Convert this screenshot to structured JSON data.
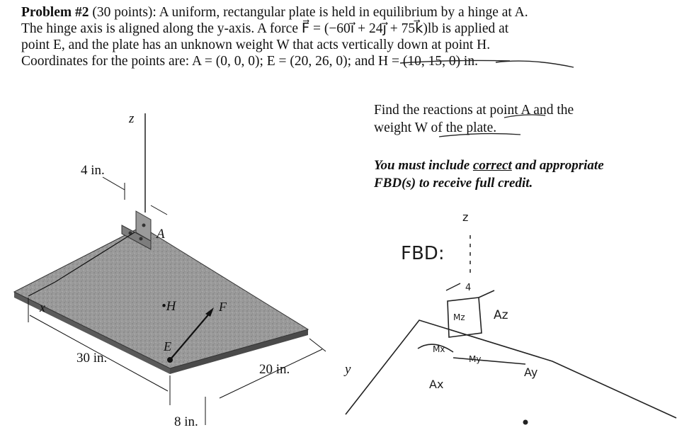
{
  "problem": {
    "heading": "Problem #2",
    "line1_rest": " (30 points):  A uniform, rectangular plate is held in equilibrium by a hinge at A.",
    "line2": "The hinge axis is aligned along the y-axis.  A force F⃗ = (−60ı⃗ + 24ȷ⃗ + 75k⃗)lb is applied at",
    "line3": "point E, and the plate has an unknown weight W that acts vertically down at point H.",
    "line4": "Coordinates for the points are: A = (0, 0, 0); E = (20, 26, 0); and H = (10, 15, 0) in."
  },
  "task": {
    "line1": "Find the reactions at point A and the",
    "line2": "weight W of the plate."
  },
  "note": {
    "line1_a": "You must include ",
    "line1_u": "correct",
    "line1_b": " and appropriate",
    "line2": "FBD(s) to receive full credit."
  },
  "figure": {
    "dim_4in": "4 in.",
    "dim_30in": "30 in.",
    "dim_20in": "20 in.",
    "dim_8in": "8 in.",
    "axis_z": "z",
    "axis_x": "x",
    "axis_y": "y",
    "pt_A": "A",
    "pt_H": "•H",
    "pt_E": "E",
    "pt_F": "F"
  },
  "handwriting": {
    "fbd": "FBD:",
    "z": "z",
    "four": "4",
    "az": "Az",
    "ax": "Ax",
    "ay": "Ay",
    "mz": "Mz",
    "mx": "Mx",
    "my": "My"
  }
}
